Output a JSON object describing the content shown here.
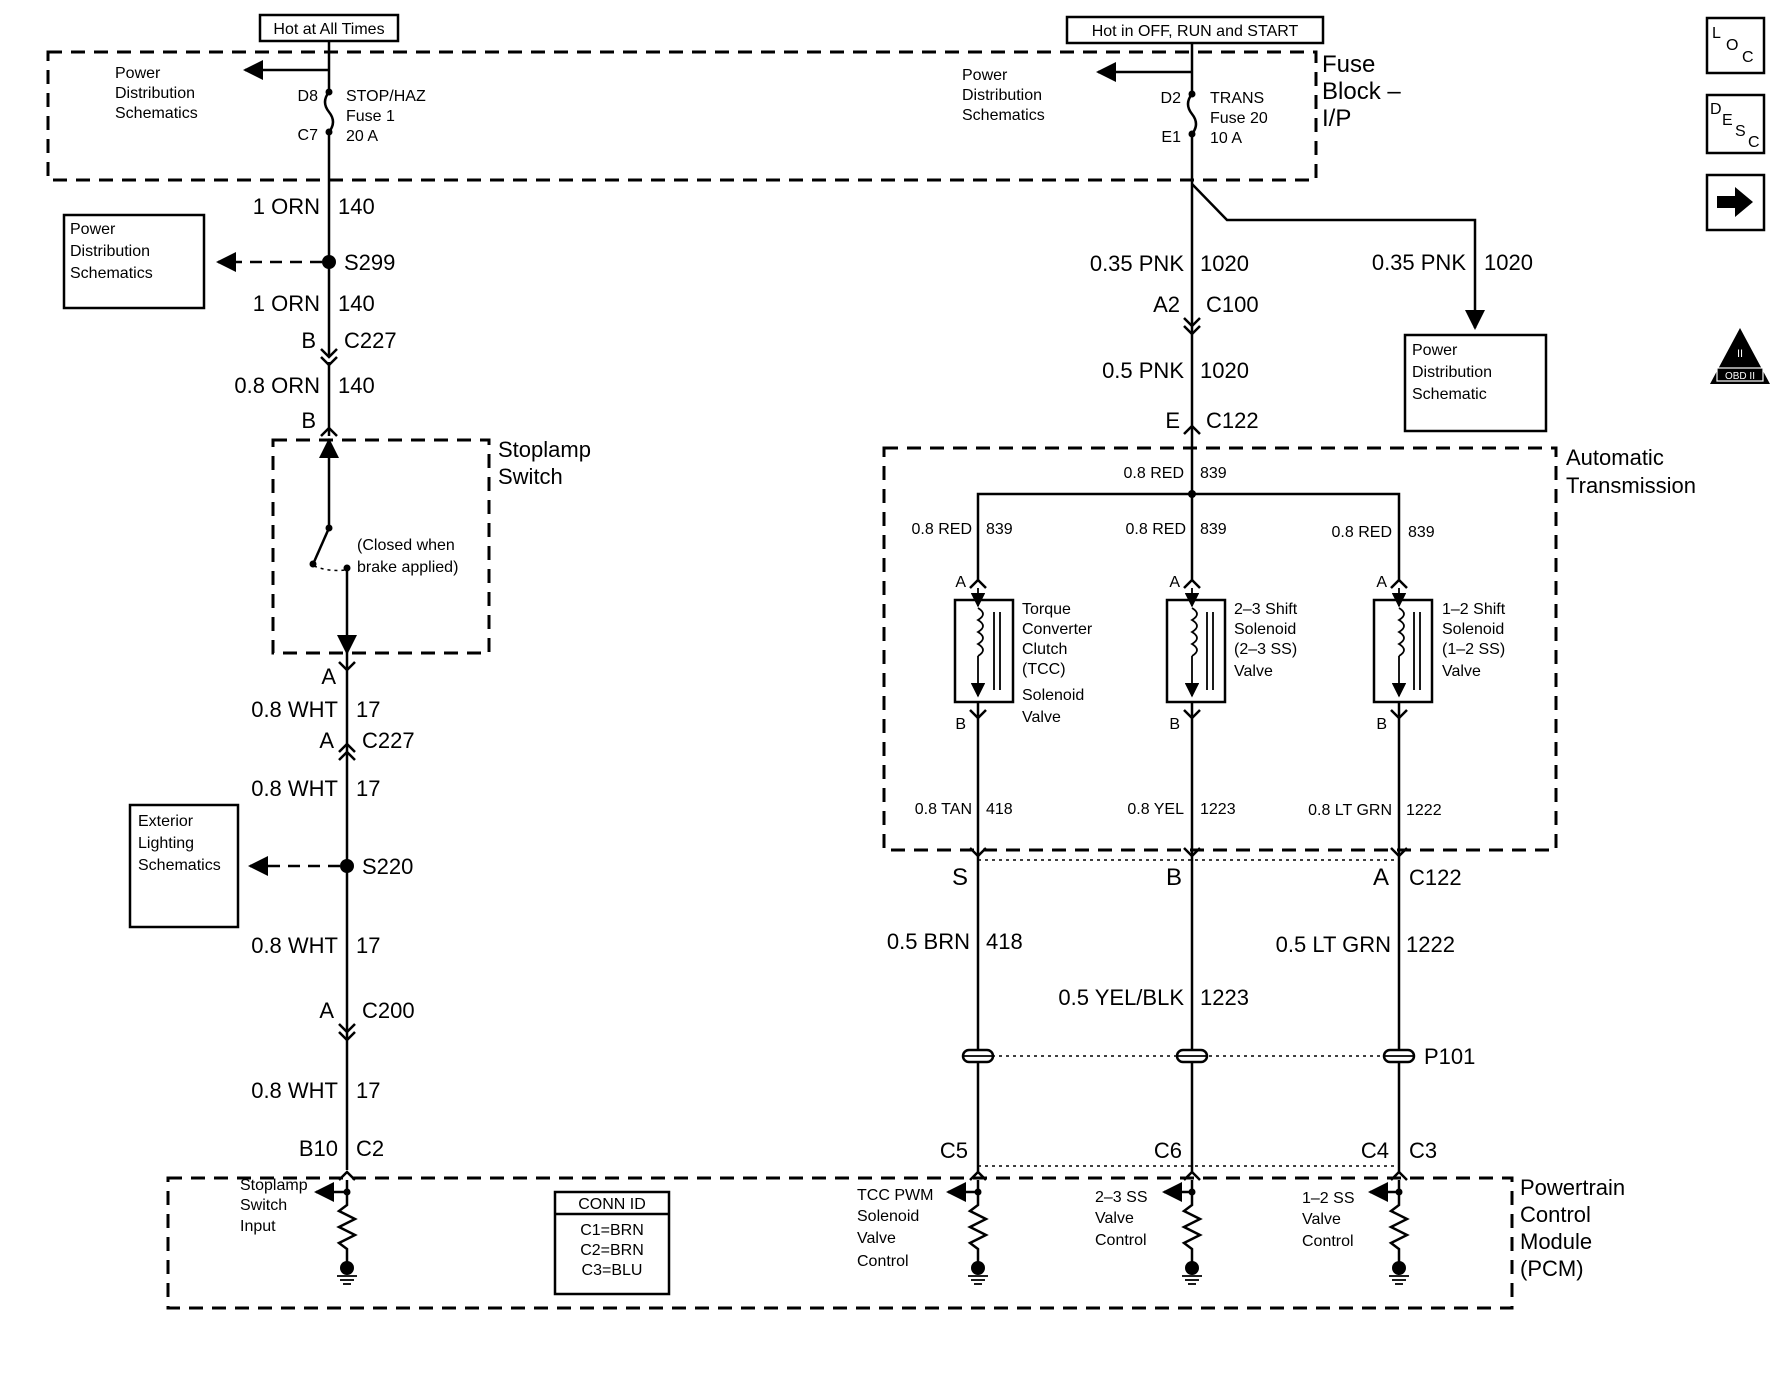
{
  "supplies": {
    "hot_all_times": "Hot at All Times",
    "hot_off_run_start": "Hot in OFF, RUN and START"
  },
  "fuse_block": {
    "label_line1": "Fuse",
    "label_line2": "Block –",
    "label_line3": "I/P",
    "fuse1": {
      "pin_in": "D8",
      "pin_out": "C7",
      "name": "STOP/HAZ",
      "fuse": "Fuse 1",
      "rating": "20 A"
    },
    "fuse20": {
      "pin_in": "D2",
      "pin_out": "E1",
      "name": "TRANS",
      "fuse": "Fuse 20",
      "rating": "10 A"
    }
  },
  "refs": {
    "pds_line1": "Power",
    "pds_line2": "Distribution",
    "pds_line3": "Schematics",
    "pds_line3_single": "Schematic",
    "ext_line1": "Exterior",
    "ext_line2": "Lighting",
    "ext_line3": "Schematics"
  },
  "left_circuit": {
    "w1": {
      "wire": "1 ORN",
      "num": "140"
    },
    "splice1": "S299",
    "w2": {
      "wire": "1 ORN",
      "num": "140"
    },
    "c227_top": {
      "pin": "B",
      "conn": "C227"
    },
    "w3": {
      "wire": "0.8 ORN",
      "num": "140"
    },
    "switch_pin_in": "B",
    "switch_label_line1": "Stoplamp",
    "switch_label_line2": "Switch",
    "switch_note_line1": "(Closed when",
    "switch_note_line2": "brake applied)",
    "switch_pin_out": "A",
    "w4": {
      "wire": "0.8 WHT",
      "num": "17"
    },
    "c227_bot": {
      "pin": "A",
      "conn": "C227"
    },
    "w5": {
      "wire": "0.8 WHT",
      "num": "17"
    },
    "splice2": "S220",
    "w6": {
      "wire": "0.8 WHT",
      "num": "17"
    },
    "c200": {
      "pin": "A",
      "conn": "C200"
    },
    "w7": {
      "wire": "0.8 WHT",
      "num": "17"
    },
    "pcm_pin": {
      "pin": "B10",
      "conn": "C2"
    }
  },
  "right_circuit": {
    "w1": {
      "wire": "0.35 PNK",
      "num": "1020"
    },
    "w1b": {
      "wire": "0.35 PNK",
      "num": "1020"
    },
    "c100": {
      "pin": "A2",
      "conn": "C100"
    },
    "w2": {
      "wire": "0.5 PNK",
      "num": "1020"
    },
    "c122_top": {
      "pin": "E",
      "conn": "C122"
    },
    "trans_label_line1": "Automatic",
    "trans_label_line2": "Transmission",
    "red_main": {
      "wire": "0.8 RED",
      "num": "839"
    },
    "red1": {
      "wire": "0.8 RED",
      "num": "839"
    },
    "red2": {
      "wire": "0.8 RED",
      "num": "839"
    },
    "red3": {
      "wire": "0.8 RED",
      "num": "839"
    },
    "sol_pin_a": "A",
    "sol_pin_b": "B",
    "tcc_line1": "Torque",
    "tcc_line2": "Converter",
    "tcc_line3": "Clutch",
    "tcc_line4": "(TCC)",
    "tcc_line5": "Solenoid",
    "tcc_line6": "Valve",
    "ss23_line1": "2–3 Shift",
    "ss23_line2": "Solenoid",
    "ss23_line3": "(2–3 SS)",
    "ss23_line4": "Valve",
    "ss12_line1": "1–2 Shift",
    "ss12_line2": "Solenoid",
    "ss12_line3": "(1–2 SS)",
    "ss12_line4": "Valve",
    "tan": {
      "wire": "0.8 TAN",
      "num": "418"
    },
    "yel": {
      "wire": "0.8 YEL",
      "num": "1223"
    },
    "ltgrn": {
      "wire": "0.8 LT GRN",
      "num": "1222"
    },
    "c122_bot": {
      "pin_s": "S",
      "pin_b": "B",
      "pin_a": "A",
      "conn": "C122"
    },
    "brn": {
      "wire": "0.5 BRN",
      "num": "418"
    },
    "yelblk": {
      "wire": "0.5 YEL/BLK",
      "num": "1223"
    },
    "ltgrn2": {
      "wire": "0.5 LT GRN",
      "num": "1222"
    },
    "p101": "P101",
    "pcm_pins": {
      "c5": "C5",
      "c6": "C6",
      "c4": "C4",
      "c3": "C3"
    }
  },
  "pcm": {
    "label_line1": "Powertrain",
    "label_line2": "Control",
    "label_line3": "Module",
    "label_line4": "(PCM)",
    "stop_line1": "Stoplamp",
    "stop_line2": "Switch",
    "stop_line3": "Input",
    "tcc_line1": "TCC PWM",
    "tcc_line2": "Solenoid",
    "tcc_line3": "Valve",
    "tcc_line4": "Control",
    "ss23_line1": "2–3 SS",
    "ss23_line2": "Valve",
    "ss23_line3": "Control",
    "ss12_line1": "1–2 SS",
    "ss12_line2": "Valve",
    "ss12_line3": "Control",
    "conn_title": "CONN ID",
    "conn_c1": "C1=BRN",
    "conn_c2": "C2=BRN",
    "conn_c3": "C3=BLU"
  },
  "side_icons": {
    "loc": {
      "l": "L",
      "o": "O",
      "c": "C"
    },
    "desc": {
      "d": "D",
      "e": "E",
      "s": "S",
      "c": "C"
    },
    "next_icon": "arrow-right-icon",
    "obd_top": "II",
    "obd_bottom": "OBD II"
  }
}
